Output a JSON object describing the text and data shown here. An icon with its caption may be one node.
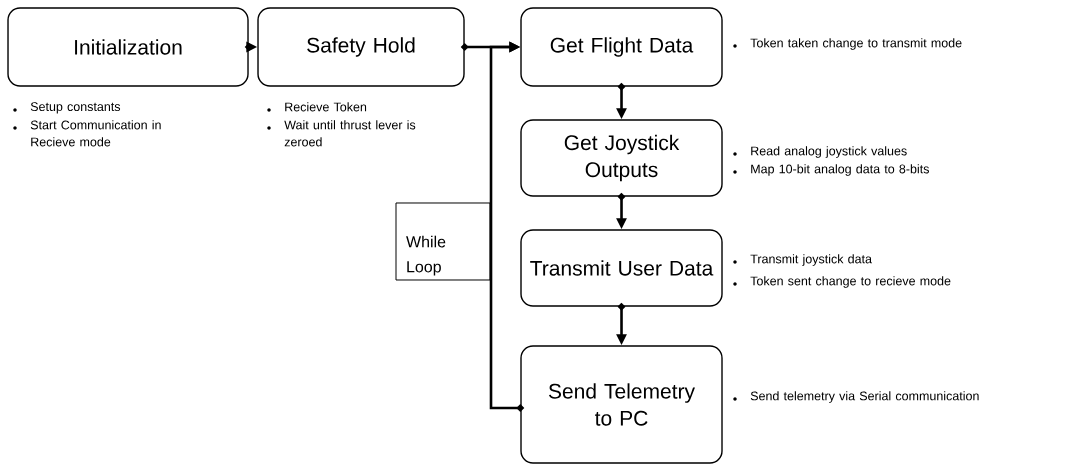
{
  "diagram": {
    "nodes": [
      {
        "text": [
          "Initialization"
        ],
        "beside": [
          "Setup constants",
          "Start Communication in Recieve mode"
        ]
      },
      {
        "text": [
          "Safety Hold"
        ],
        "beside": [
          "Recieve Token",
          "Wait until thrust lever is zeroed"
        ]
      },
      {
        "text": [
          "Get Flight Data"
        ],
        "beside": [
          "Token taken change to transmit mode"
        ]
      },
      {
        "text": [
          "Get Joystick Outputs"
        ],
        "beside": [
          "Read analog joystick values",
          "Map 10-bit analog data to 8-bits"
        ]
      },
      {
        "text": [
          "Transmit User Data"
        ],
        "beside": [
          "Transmit joystick data",
          "Token sent change to recieve mode"
        ]
      },
      {
        "text": [
          "Send Telemetry to PC"
        ],
        "beside": [
          "Send telemetry via Serial communication"
        ]
      },
      {
        "text": [
          "While Loop"
        ]
      }
    ],
    "edges": [
      {
        "from": 0,
        "to": 1,
        "arrow": "to"
      },
      {
        "from": 1,
        "to": 2,
        "arrow": "to"
      },
      {
        "from": 2,
        "to": 3,
        "arrow": "to"
      },
      {
        "from": 3,
        "to": 4,
        "arrow": "to"
      },
      {
        "from": 4,
        "to": 5,
        "arrow": "to"
      },
      {
        "from": 5,
        "to": 2,
        "arrow": "to"
      }
    ]
  }
}
